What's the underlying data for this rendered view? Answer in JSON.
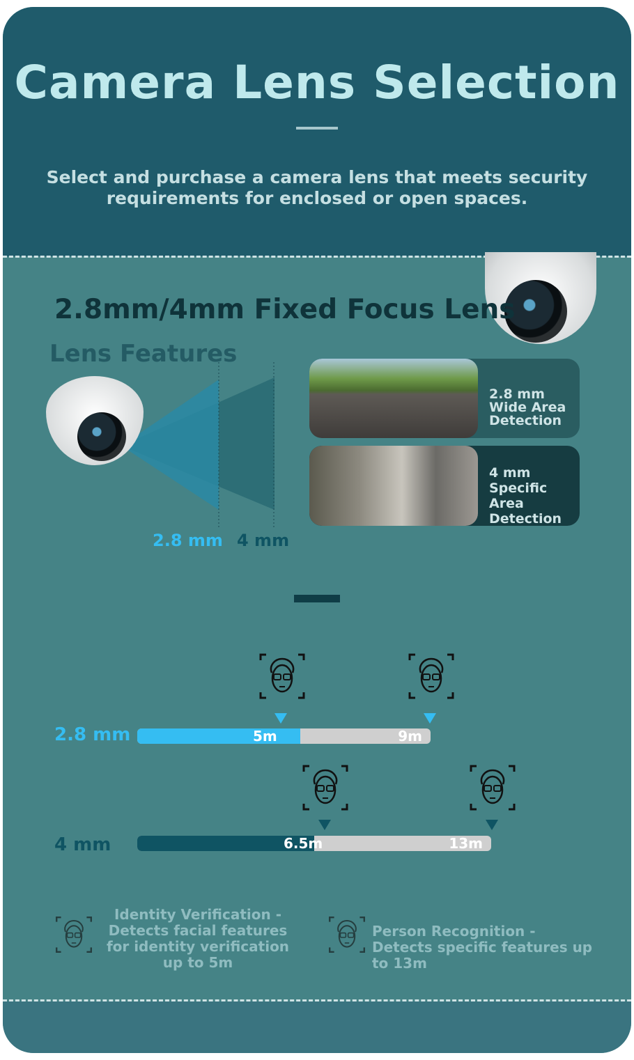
{
  "header": {
    "title": "Camera Lens Selection",
    "subtitle": "Select and purchase a camera lens that meets security requirements for enclosed or open spaces."
  },
  "lens_section": {
    "title": "2.8mm/4mm Fixed Focus Lens",
    "features_title": "Lens Features",
    "fov_labels": [
      "2.8 mm",
      "4 mm"
    ],
    "features": [
      {
        "line1": "2.8 mm",
        "line2": "Wide Area",
        "line3": "Detection"
      },
      {
        "line1": "4 mm",
        "line2": "Specific",
        "line3": "Area",
        "line4": "Detection"
      }
    ]
  },
  "ranges": [
    {
      "label": "2.8 mm",
      "identity": "5m",
      "recognition": "9m",
      "identity_value": 5,
      "recognition_value": 9,
      "color": "#35bdf2"
    },
    {
      "label": "4 mm",
      "identity": "6.5m",
      "recognition": "13m",
      "identity_value": 6.5,
      "recognition_value": 13,
      "color": "#0f5463"
    }
  ],
  "legend": {
    "identity": "Identity Verification - Detects facial features for identity verification up to 5m",
    "recognition": "Person Recognition - Detects specific features up to 13m"
  },
  "colors": {
    "header": "#1f5b6b",
    "body": "#458386",
    "accent": "#35bdf2",
    "dark": "#0f5463"
  }
}
